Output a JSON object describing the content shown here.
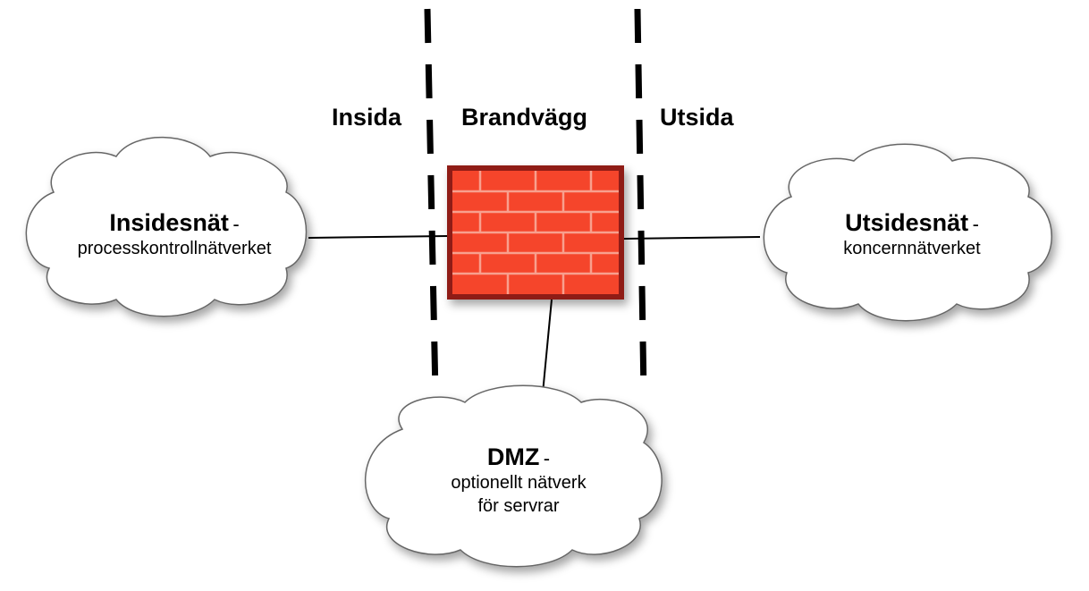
{
  "zones": {
    "inside": "Insida",
    "firewall": "Brandvägg",
    "outside": "Utsida"
  },
  "clouds": {
    "inside": {
      "title": "Insidesnät",
      "dash": "-",
      "subtitle": "processkontrollnätverket"
    },
    "outside": {
      "title": "Utsidesnät",
      "dash": "-",
      "subtitle": "koncernnätverket"
    },
    "dmz": {
      "title": "DMZ",
      "dash": "-",
      "subtitle_line1": "optionellt nätverk",
      "subtitle_line2": "för servrar"
    }
  },
  "colors": {
    "brick_fill": "#f5452b",
    "brick_border": "#8f1a12",
    "mortar": "#f8a08e",
    "cloud_fill": "#ffffff",
    "cloud_stroke": "#666666",
    "line": "#000000"
  }
}
